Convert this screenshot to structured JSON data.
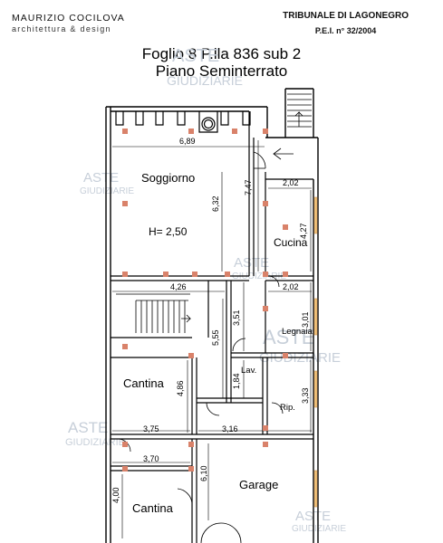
{
  "header": {
    "brand": "MAURIZIO COCILOVA",
    "brand_sub": "architettura & design",
    "court": "TRIBUNALE DI LAGONEGRO",
    "case": "P.E.I. n° 32/2004"
  },
  "title": {
    "line1": "Foglio 8 P.lla 836 sub 2",
    "line2": "Piano Seminterrato"
  },
  "rooms": {
    "soggiorno": "Soggiorno",
    "height": "H= 2,50",
    "cucina": "Cucina",
    "legnaia": "Legnaia",
    "lav": "Lav.",
    "rip": "Rip.",
    "cantina1": "Cantina",
    "cantina2": "Cantina",
    "garage": "Garage"
  },
  "dimensions": {
    "d689": "6,89",
    "d632": "6,32",
    "d747": "7,47",
    "d202a": "2,02",
    "d427": "4,27",
    "d426": "4,26",
    "d202b": "2,02",
    "d351": "3,51",
    "d301": "3,01",
    "d555": "5,55",
    "d184": "1,84",
    "d486": "4,86",
    "d333": "3,33",
    "d375": "3,75",
    "d316": "3,16",
    "d370": "3,70",
    "d610": "6,10",
    "d400": "4,00"
  },
  "watermark": {
    "top": "ASTE",
    "bottom": "GIUDIZIARIE"
  },
  "colors": {
    "wall": "#000000",
    "marker": "#d9826a",
    "window": "#f3c47a",
    "watermark": "#c7cfd9"
  }
}
